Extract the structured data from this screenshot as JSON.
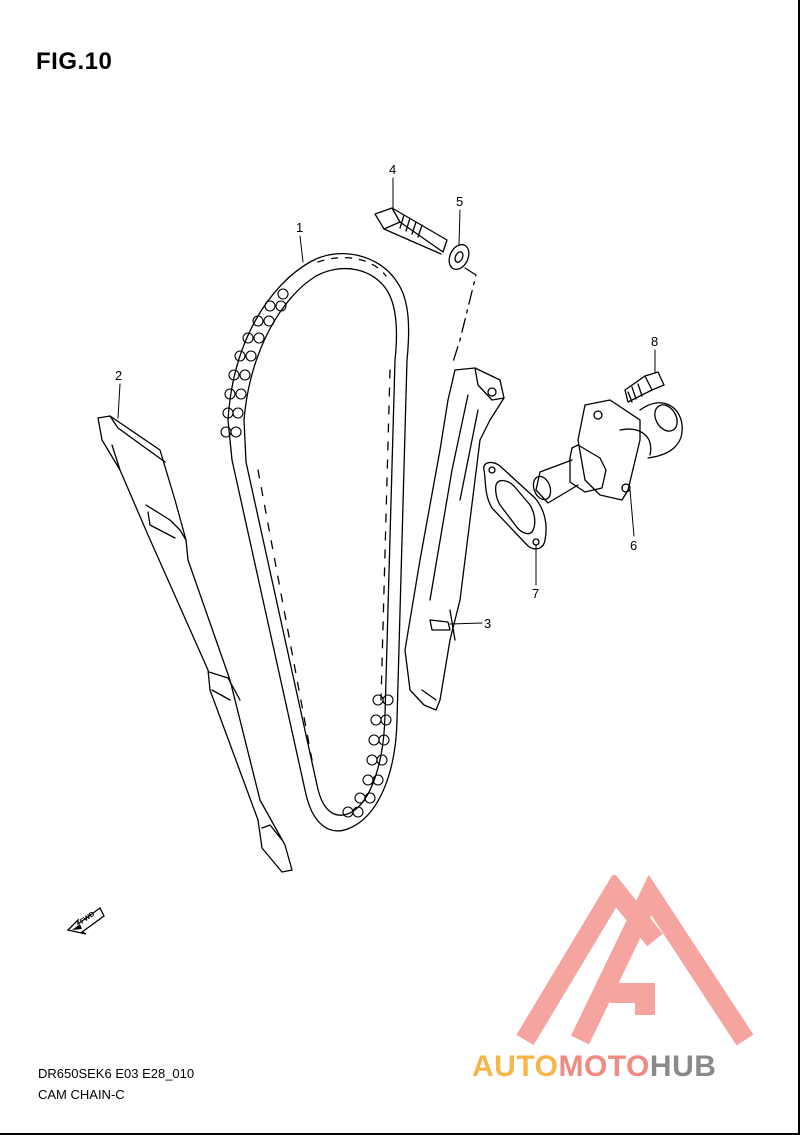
{
  "figure": {
    "title": "FIG.10"
  },
  "callouts": {
    "c1": "1",
    "c2": "2",
    "c3": "3",
    "c4": "4",
    "c5": "5",
    "c6": "6",
    "c7": "7",
    "c8": "8"
  },
  "fwd_label": "FWD",
  "footer": {
    "model_code": "DR650SEK6 E03 E28_010",
    "section_name": "CAM CHAIN-C"
  },
  "watermark": {
    "part1": "AUTO",
    "part2": "MOTO",
    "part3": "HUB",
    "color_primary": "#f5a09a",
    "color_secondary": "#f5b74a",
    "color_tertiary": "#8a8a8a"
  }
}
